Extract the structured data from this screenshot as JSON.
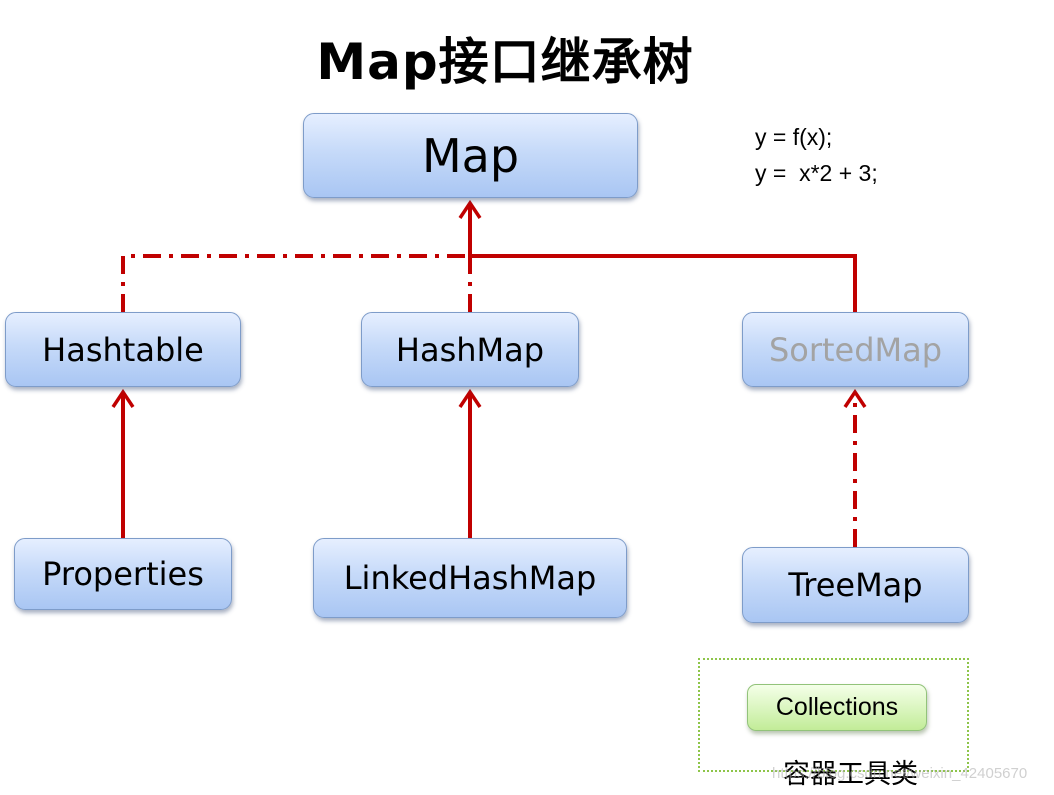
{
  "title": "Map接口继承树",
  "formula": {
    "line1": "y = f(x);",
    "line2": "y =  x*2 + 3;"
  },
  "nodes": {
    "map": "Map",
    "hashtable": "Hashtable",
    "hashmap": "HashMap",
    "sortedmap": "SortedMap",
    "properties": "Properties",
    "linkedhashmap": "LinkedHashMap",
    "treemap": "TreeMap"
  },
  "utility": {
    "label": "Collections",
    "caption": "容器工具类"
  },
  "watermark": "https://blog.csdn.net/weixin_42405670",
  "colors": {
    "arrow": "#c00000",
    "node_border": "#7e9cc9",
    "util_border": "#8ec54a"
  }
}
